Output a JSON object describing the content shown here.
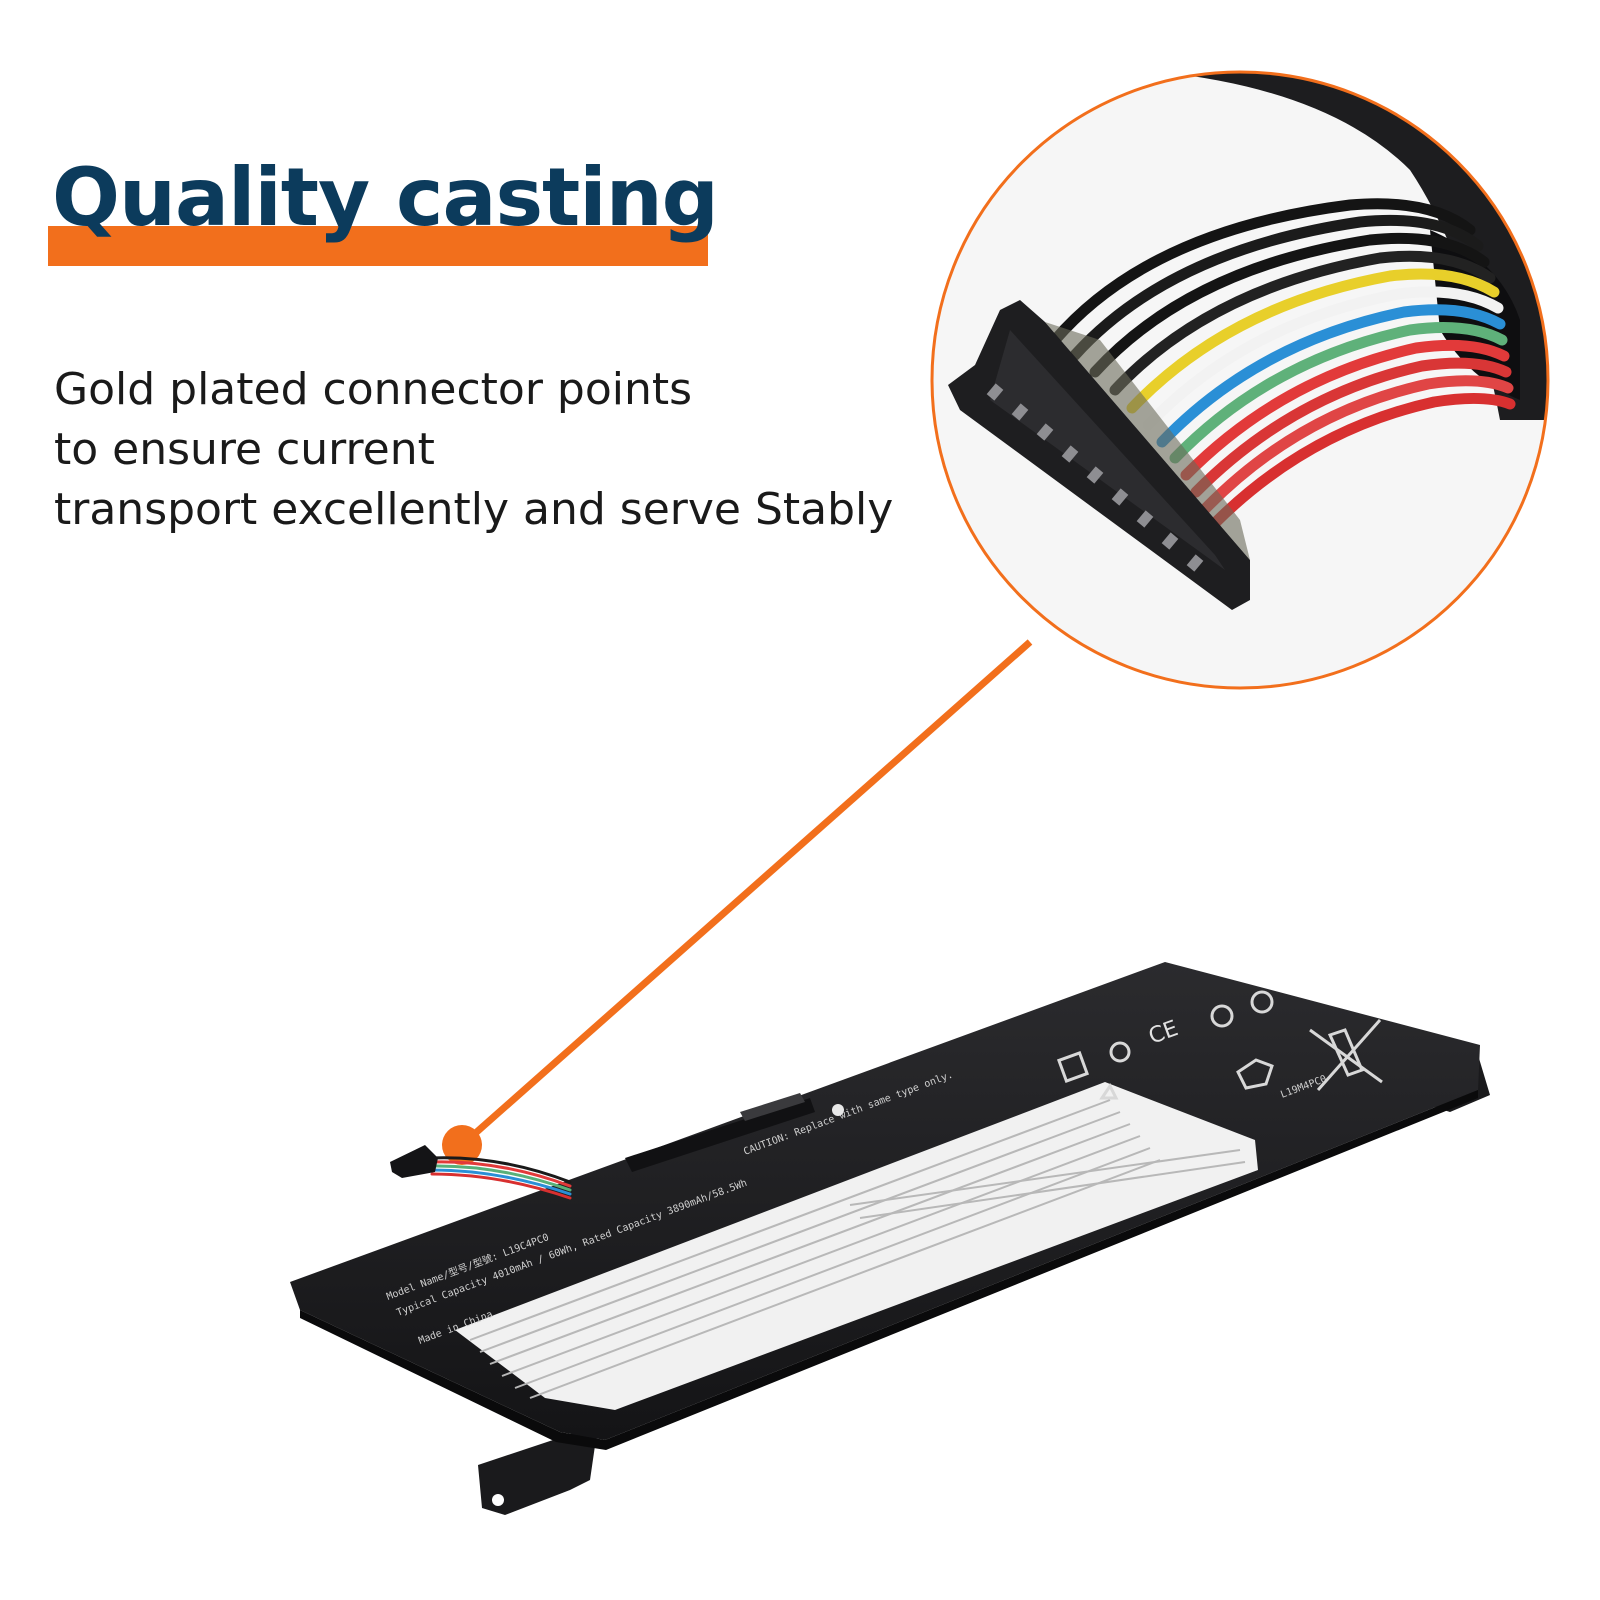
{
  "headline": {
    "title": "Quality casting",
    "accent_color": "#f26f1c",
    "title_color": "#0c3b5c"
  },
  "description": {
    "lines": [
      "Gold plated connector points",
      "to ensure current",
      "transport excellently and serve Stably"
    ]
  },
  "battery_label": {
    "model": "Model Name/型号/型號: L19C4PC0",
    "capacity": "Typical Capacity 4010mAh / 60Wh, Rated Capacity 3890mAh/58.5Wh",
    "origin": "Made in China",
    "caution": "CAUTION: Replace with same type only.",
    "part_number": "L19M4PC0"
  },
  "icons": [
    "ce-mark-icon",
    "recycle-icon",
    "crossed-bin-icon",
    "warning-icon"
  ]
}
